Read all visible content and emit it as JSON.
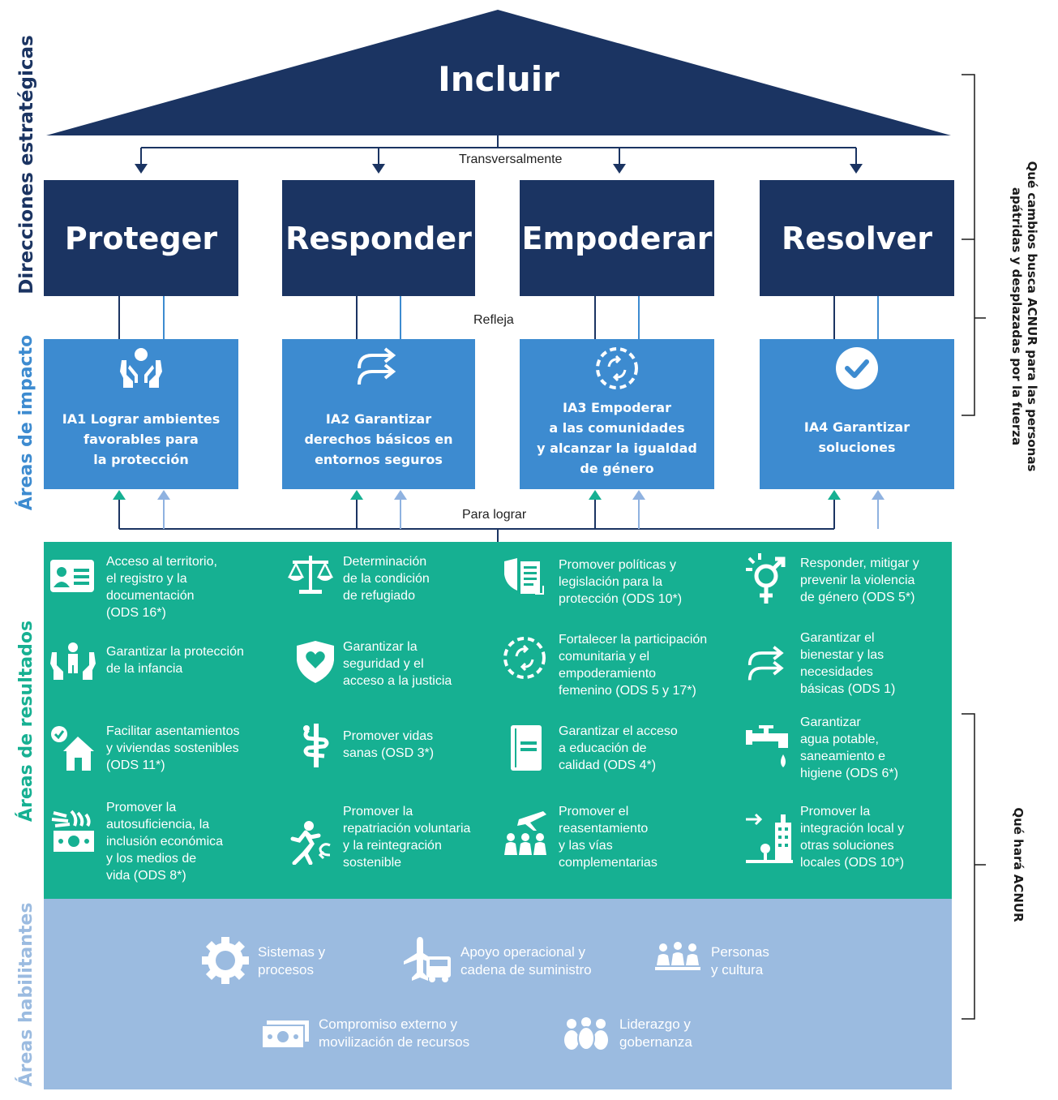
{
  "roof": {
    "title": "Incluir"
  },
  "labels": {
    "transversal": "Transversalmente",
    "refleja": "Refleja",
    "para_lograr": "Para lograr"
  },
  "side_labels": {
    "direcciones": "Direcciones estratégicas",
    "impacto": "Áreas de impacto",
    "resultados": "Áreas de resultados",
    "habilitantes": "Áreas habilitantes"
  },
  "right_labels": {
    "que_cambios_line1": "Qué cambios busca ACNUR para las personas",
    "que_cambios_line2": "apátridas y desplazadas por la fuerza",
    "que_hara": "Qué hará ACNUR"
  },
  "directions": [
    {
      "label": "Proteger"
    },
    {
      "label": "Responder"
    },
    {
      "label": "Empoderar"
    },
    {
      "label": "Resolver"
    }
  ],
  "impact_areas": [
    {
      "label": "IA1 Lograr ambientes\nfavorables para\nla protección",
      "icon": "hands-person-icon"
    },
    {
      "label": "IA2 Garantizar\nderechos básicos en\nentornos seguros",
      "icon": "double-arrow-icon"
    },
    {
      "label": "IA3 Empoderar\na las comunidades\ny alcanzar la igualdad\nde género",
      "icon": "circular-arrows-icon"
    },
    {
      "label": "IA4 Garantizar\nsoluciones",
      "icon": "check-circle-icon"
    }
  ],
  "outcome_areas": [
    {
      "label": "Acceso al territorio,\nel registro y la\ndocumentación\n(ODS 16*)",
      "icon": "id-card-icon"
    },
    {
      "label": "Determinación\nde la condición\nde refugiado",
      "icon": "scales-icon"
    },
    {
      "label": "Promover políticas y\nlegislación para la\nprotección (ODS 10*)",
      "icon": "shield-document-icon"
    },
    {
      "label": "Responder, mitigar y\nprevenir la violencia\nde género (ODS 5*)",
      "icon": "gender-icon"
    },
    {
      "label": "Garantizar la protección\nde la infancia",
      "icon": "child-protection-icon"
    },
    {
      "label": "Garantizar la\nseguridad y el\nacceso a la justicia",
      "icon": "heart-shield-icon"
    },
    {
      "label": "Fortalecer la participación\ncomunitaria y el\nempoderamiento\nfemenino (ODS 5 y 17*)",
      "icon": "circular-arrows-icon"
    },
    {
      "label": "Garantizar el\nbienestar y las\nnecesidades\nbásicas (ODS 1)",
      "icon": "double-arrow-icon"
    },
    {
      "label": "Facilitar asentamientos\ny viviendas sostenibles\n(ODS 11*)",
      "icon": "house-check-icon"
    },
    {
      "label": "Promover vidas\nsanas (OSD 3*)",
      "icon": "health-icon"
    },
    {
      "label": "Garantizar el acceso\na educación de\ncalidad (ODS 4*)",
      "icon": "book-icon"
    },
    {
      "label": "Garantizar\nagua potable,\nsaneamiento e\nhigiene (ODS 6*)",
      "icon": "water-tap-icon"
    },
    {
      "label": "Promover la\nautosuficiencia, la\ninclusión económica\ny los medios de\nvida (ODS 8*)",
      "icon": "money-wheat-icon"
    },
    {
      "label": "Promover la\nrepatriación voluntaria\ny la reintegración\nsostenible",
      "icon": "walking-return-icon"
    },
    {
      "label": "Promover el\nreasentamiento\ny las vías\ncomplementarias",
      "icon": "plane-family-icon"
    },
    {
      "label": "Promover la\nintegración local y\notras soluciones\nlocales (ODS 10*)",
      "icon": "city-integration-icon"
    }
  ],
  "enabling_areas": [
    {
      "label": "Sistemas y\nprocesos",
      "icon": "gear-icon"
    },
    {
      "label": "Apoyo operacional y\ncadena de suministro",
      "icon": "plane-truck-icon"
    },
    {
      "label": "Personas\ny cultura",
      "icon": "people-icon"
    },
    {
      "label": "Compromiso externo y\nmovilización de recursos",
      "icon": "money-icon"
    },
    {
      "label": "Liderazgo y\ngobernanza",
      "icon": "group-icon"
    }
  ],
  "colors": {
    "navy": "#1b3462",
    "impact_blue": "#3d8bd0",
    "outcome_green": "#16b092",
    "enabling_blue": "#9bbbe0",
    "arrow_light": "#8fb2e0"
  }
}
